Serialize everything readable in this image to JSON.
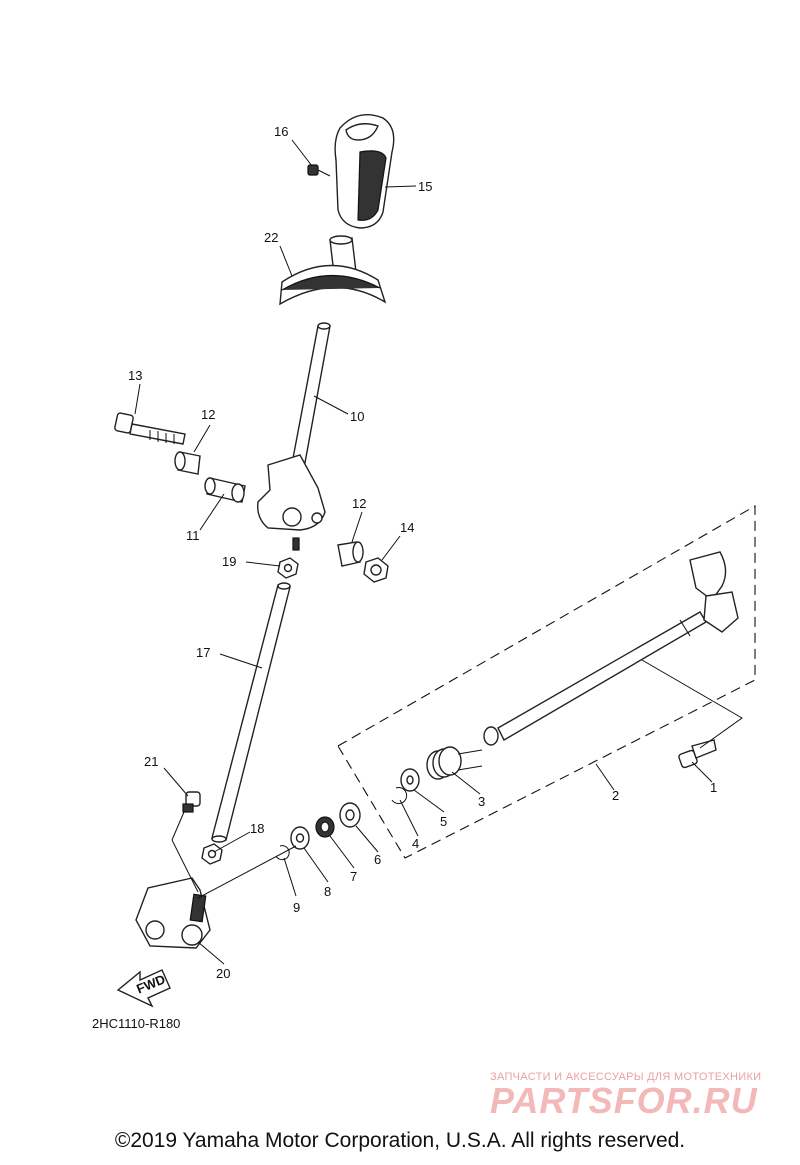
{
  "diagram": {
    "callouts": [
      "1",
      "2",
      "3",
      "4",
      "5",
      "6",
      "7",
      "8",
      "9",
      "10",
      "11",
      "12",
      "12",
      "13",
      "14",
      "15",
      "16",
      "17",
      "18",
      "19",
      "20",
      "21",
      "22"
    ],
    "fwd_label": "FWD",
    "drawing_code": "2HC1110-R180"
  },
  "watermark": {
    "tagline": "ЗАПЧАСТИ И АКСЕССУАРЫ ДЛЯ МОТОТЕХНИКИ",
    "brand": "PARTSFOR.RU"
  },
  "footer": {
    "copyright": "©2019 Yamaha Motor Corporation, U.S.A. All rights reserved."
  }
}
